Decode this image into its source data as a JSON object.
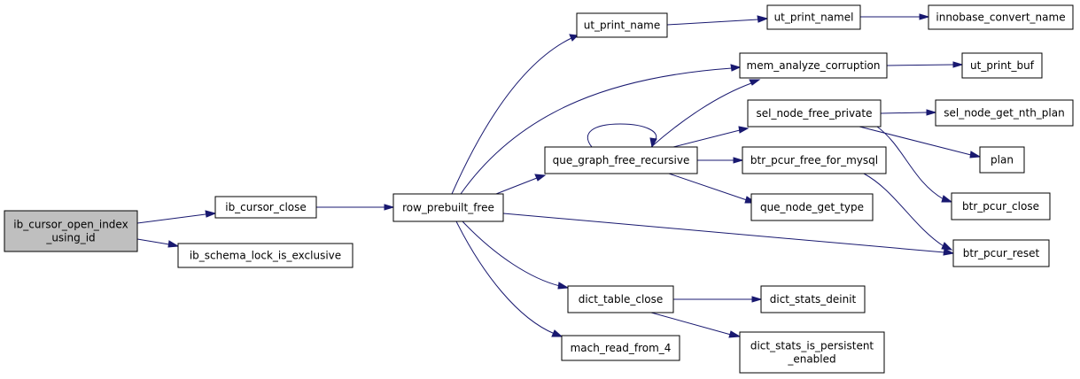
{
  "colors": {
    "edge": "#191970",
    "node_fill": "#ffffff",
    "root_fill": "#bfbfbf",
    "node_border": "#000000"
  },
  "nodes": {
    "root": [
      "ib_cursor_open_index",
      "_using_id"
    ],
    "ib_cursor_close": [
      "ib_cursor_close"
    ],
    "ib_schema_lock": [
      "ib_schema_lock_is_exclusive"
    ],
    "row_prebuilt_free": [
      "row_prebuilt_free"
    ],
    "ut_print_name": [
      "ut_print_name"
    ],
    "ut_print_namel": [
      "ut_print_namel"
    ],
    "innobase_convert_name": [
      "innobase_convert_name"
    ],
    "mem_analyze_corruption": [
      "mem_analyze_corruption"
    ],
    "ut_print_buf": [
      "ut_print_buf"
    ],
    "que_graph_free_recursive": [
      "que_graph_free_recursive"
    ],
    "sel_node_free_private": [
      "sel_node_free_private"
    ],
    "sel_node_get_nth_plan": [
      "sel_node_get_nth_plan"
    ],
    "plan": [
      "plan"
    ],
    "btr_pcur_free_for_mysql": [
      "btr_pcur_free_for_mysql"
    ],
    "btr_pcur_close": [
      "btr_pcur_close"
    ],
    "que_node_get_type": [
      "que_node_get_type"
    ],
    "btr_pcur_reset": [
      "btr_pcur_reset"
    ],
    "dict_table_close": [
      "dict_table_close"
    ],
    "dict_stats_deinit": [
      "dict_stats_deinit"
    ],
    "dict_stats_is_persistent": [
      "dict_stats_is_persistent",
      "_enabled"
    ],
    "mach_read_from_4": [
      "mach_read_from_4"
    ]
  }
}
